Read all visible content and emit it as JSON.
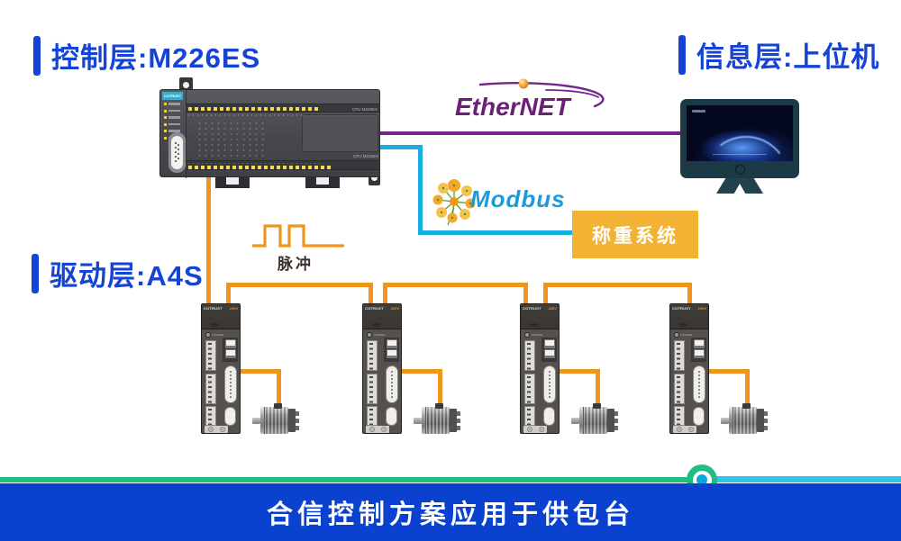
{
  "headings": {
    "control_layer": "控制层:M226ES",
    "info_layer": "信息层:上位机",
    "drive_layer": "驱动层:A4S"
  },
  "plc": {
    "brand": "COTRUST",
    "model": "CPU M226ES"
  },
  "network": {
    "ethernet_label": "EtherNET",
    "modbus_label": "Modbus"
  },
  "pulse": {
    "label": "脉冲"
  },
  "weighing": {
    "label": "称重系统",
    "bg": "#F2B233"
  },
  "drives": {
    "brand": "COTRUST",
    "voltage": "220V",
    "charge_label": "CHARGE",
    "count": 4
  },
  "banner": {
    "text": "合信控制方案应用于供包台",
    "bg": "#0A41CF"
  },
  "colors": {
    "heading_blue": "#1443D6",
    "wire_orange": "#F0951C",
    "ethernet_purple": "#72258A",
    "modbus_cyan": "#18AEE0",
    "accent_green": "#21BD81",
    "accent_cyan": "#2CC5EC",
    "ring_core_blue": "#0AA5E2"
  }
}
